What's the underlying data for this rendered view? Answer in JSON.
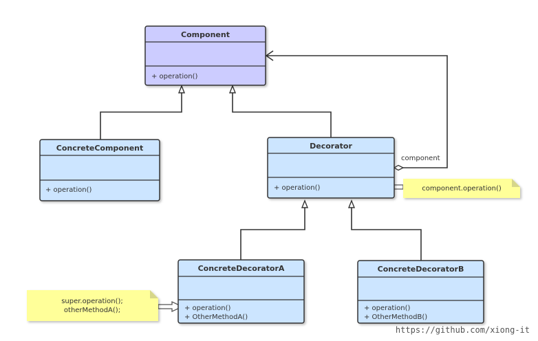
{
  "classes": {
    "component": {
      "title": "Component",
      "methods": [
        "+ operation()"
      ]
    },
    "concrete_component": {
      "title": "ConcreteComponent",
      "methods": [
        "+ operation()"
      ]
    },
    "decorator": {
      "title": "Decorator",
      "methods": [
        "+ operation()"
      ]
    },
    "concrete_decorator_a": {
      "title": "ConcreteDecoratorA",
      "methods": [
        "+ operation()",
        "+ OtherMethodA()"
      ]
    },
    "concrete_decorator_b": {
      "title": "ConcreteDecoratorB",
      "methods": [
        "+ operation()",
        "+ OtherMethodB()"
      ]
    }
  },
  "association_label": "component",
  "notes": {
    "decorator_note": [
      "component.operation()"
    ],
    "decorator_a_note": [
      "super.operation();",
      "otherMethodA();"
    ]
  },
  "colors": {
    "component_fill": "#ccccff",
    "class_fill": "#cce5ff",
    "note_fill": "#ffff99",
    "stroke": "#333333"
  },
  "watermark": "https://github.com/xiong-it"
}
